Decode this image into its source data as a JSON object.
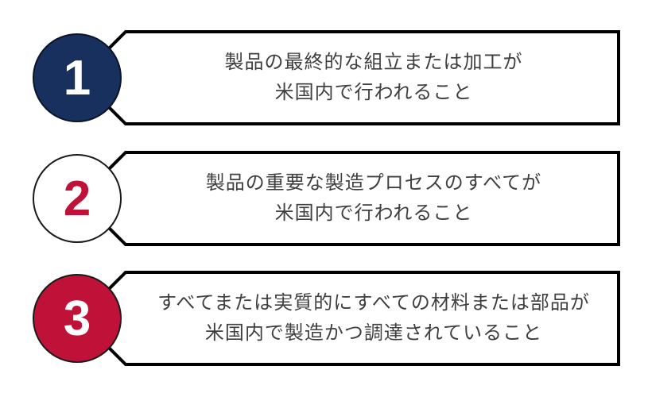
{
  "colors": {
    "navy": "#17305E",
    "crimson": "#C01238",
    "outline": "#000000",
    "text": "#3F3F3F"
  },
  "steps": [
    {
      "number": "1",
      "line1": "製品の最終的な組立または加工が",
      "line2": "米国内で行われること",
      "circle_style": "navy-filled"
    },
    {
      "number": "2",
      "line1": "製品の重要な製造プロセスのすべてが",
      "line2": "米国内で行われること",
      "circle_style": "white-outlined"
    },
    {
      "number": "3",
      "line1": "すべてまたは実質的にすべての材料または部品が",
      "line2": "米国内で製造かつ調達されていること",
      "circle_style": "crimson-filled"
    }
  ]
}
